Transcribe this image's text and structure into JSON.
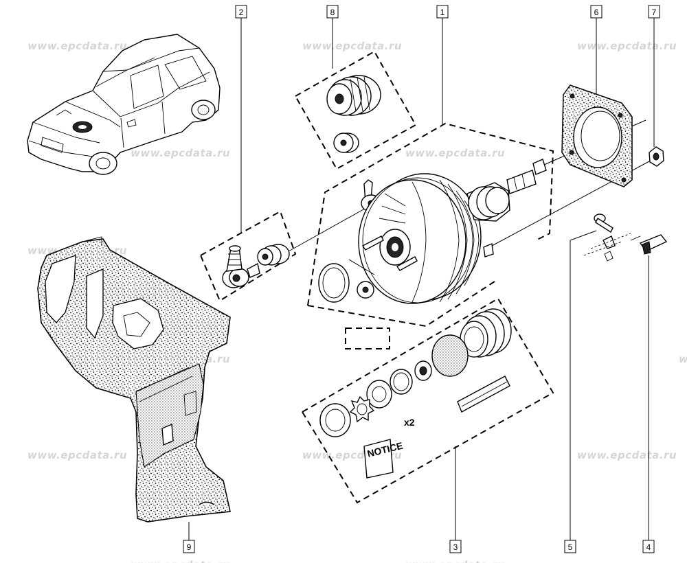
{
  "watermark": "www.epcdata.ru",
  "callouts": [
    {
      "id": "c1",
      "label": "1"
    },
    {
      "id": "c2",
      "label": "2"
    },
    {
      "id": "c3",
      "label": "3"
    },
    {
      "id": "c4",
      "label": "4"
    },
    {
      "id": "c5",
      "label": "5"
    },
    {
      "id": "c6",
      "label": "6"
    },
    {
      "id": "c7",
      "label": "7"
    },
    {
      "id": "c8",
      "label": "8"
    },
    {
      "id": "c9",
      "label": "9"
    }
  ],
  "annotations": {
    "quantity": "x2",
    "notice_card": "NOTICE"
  }
}
